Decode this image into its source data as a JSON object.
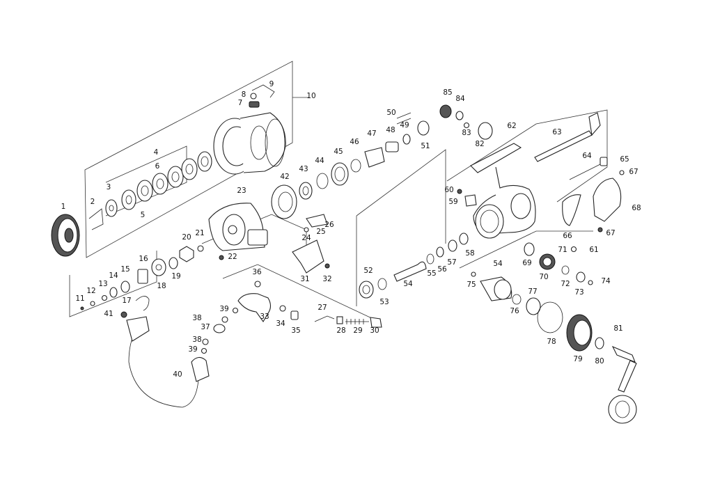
{
  "callouts": [
    "1",
    "2",
    "3",
    "4",
    "5",
    "6",
    "7",
    "8",
    "9",
    "10",
    "11",
    "12",
    "13",
    "14",
    "15",
    "16",
    "17",
    "18",
    "19",
    "20",
    "21",
    "22",
    "23",
    "24",
    "25",
    "26",
    "27",
    "28",
    "29",
    "30",
    "31",
    "32",
    "33",
    "34",
    "35",
    "36",
    "37",
    "38",
    "38",
    "39",
    "39",
    "40",
    "41",
    "42",
    "43",
    "44",
    "45",
    "46",
    "47",
    "48",
    "49",
    "50",
    "51",
    "52",
    "53",
    "54",
    "54",
    "55",
    "56",
    "57",
    "58",
    "59",
    "60",
    "61",
    "62",
    "63",
    "64",
    "65",
    "66",
    "67",
    "67",
    "68",
    "69",
    "70",
    "71",
    "72",
    "73",
    "74",
    "75",
    "76",
    "77",
    "78",
    "79",
    "80",
    "81",
    "82",
    "83",
    "84",
    "85"
  ]
}
